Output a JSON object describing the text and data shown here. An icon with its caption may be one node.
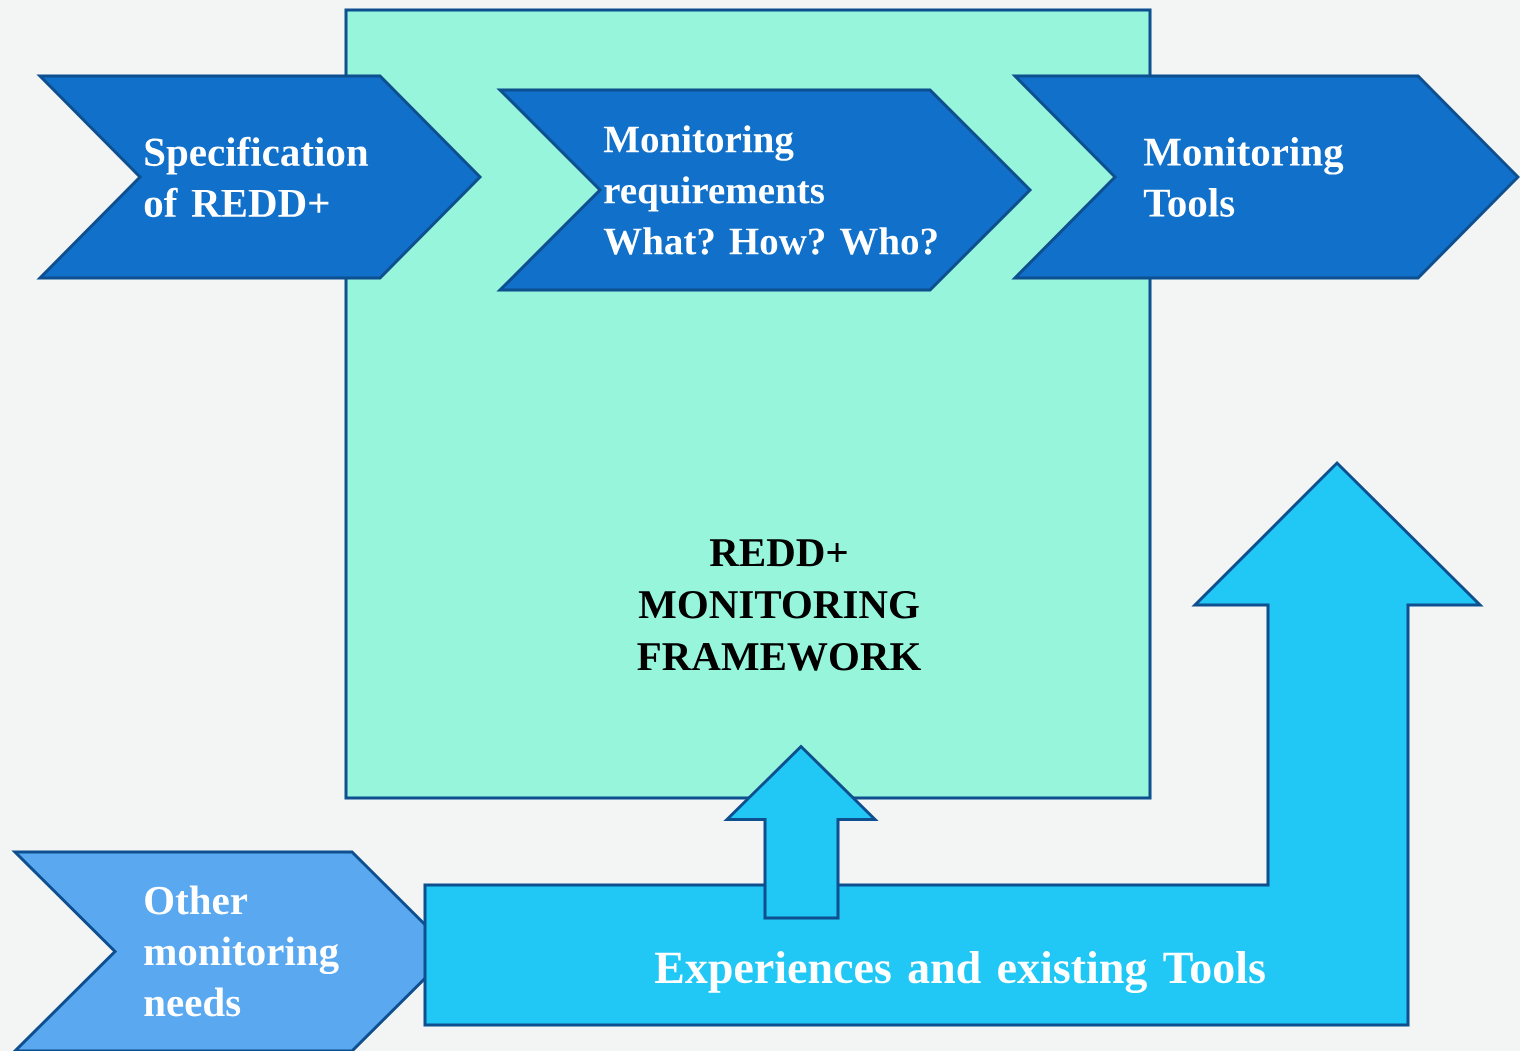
{
  "diagram": {
    "nodes": [
      {
        "text": [
          "REDD+ MONITORING FRAMEWORK"
        ]
      },
      {
        "text": [
          "Specification of REDD+"
        ]
      },
      {
        "text": [
          "Monitoring requirements What? How? Who?"
        ],
        "in": 0
      },
      {
        "text": [
          "Monitoring Tools"
        ]
      },
      {
        "text": [
          "Other monitoring needs"
        ]
      },
      {
        "text": [
          "Experiences and existing Tools"
        ]
      }
    ],
    "edges": [
      {
        "from": 5,
        "to": 0,
        "arrow": "to"
      }
    ]
  }
}
